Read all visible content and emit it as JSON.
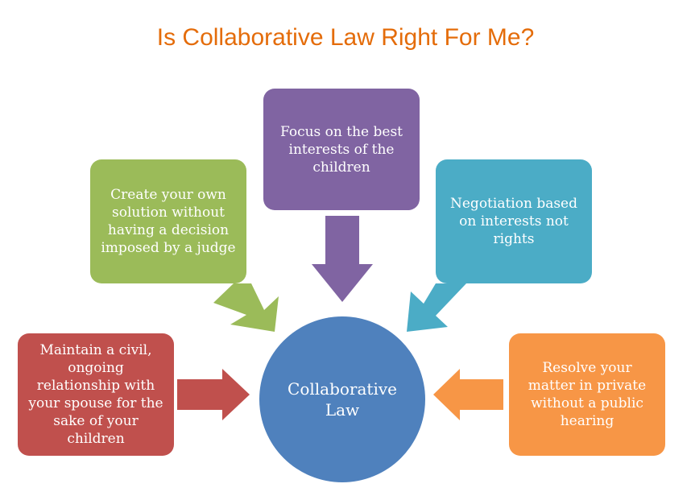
{
  "title": "Is Collaborative Law Right For Me?",
  "center": {
    "label": "Collaborative Law"
  },
  "boxes": {
    "top": "Focus on the best interests of the children",
    "upper_left": "Create your own solution without having a decision imposed by a judge",
    "upper_right": "Negotiation based on interests not rights",
    "lower_left": "Maintain a civil, ongoing relationship with your spouse for the sake of your children",
    "lower_right": "Resolve your matter in private without a public hearing"
  },
  "colors": {
    "title": "#e46c0a",
    "top": "#8064a2",
    "upper_left": "#9bbb59",
    "upper_right": "#4bacc6",
    "lower_left": "#c0504d",
    "lower_right": "#f79646",
    "center": "#4f81bd"
  }
}
